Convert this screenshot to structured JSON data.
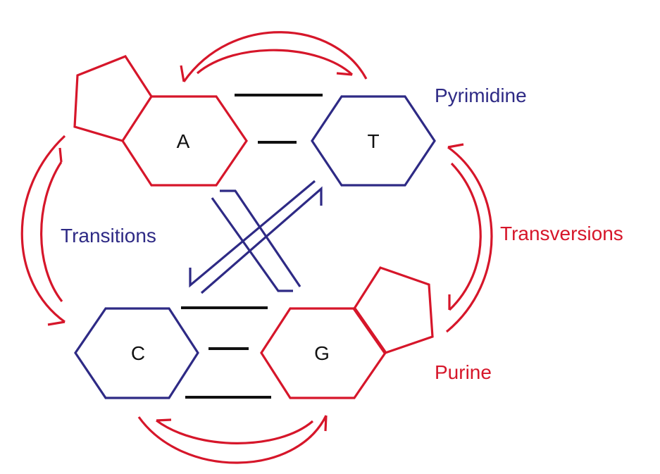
{
  "colors": {
    "purine": "#d6162a",
    "pyrimidine": "#2e2a85",
    "bond": "#111111"
  },
  "bases": {
    "a": "A",
    "t": "T",
    "c": "C",
    "g": "G"
  },
  "labels": {
    "pyrimidine": "Pyrimidine",
    "purine": "Purine",
    "transitions": "Transitions",
    "transversions": "Transversions"
  }
}
